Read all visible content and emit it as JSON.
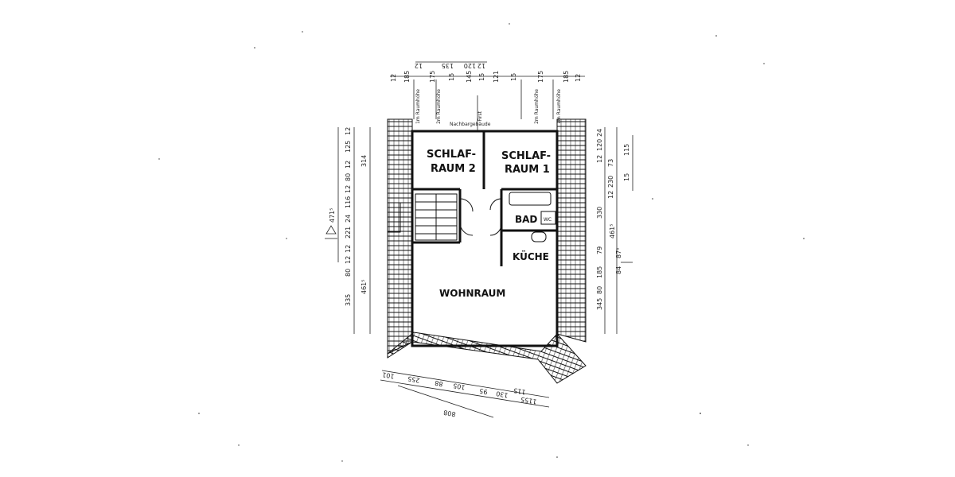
{
  "rooms": {
    "schlafraum2_line1": "SCHLAF-",
    "schlafraum2_line2": "RAUM 2",
    "schlafraum1_line1": "SCHLAF-",
    "schlafraum1_line2": "RAUM 1",
    "bad": "BAD",
    "wc": "WC",
    "kueche": "KÜCHE",
    "wohnraum": "WOHNRAUM"
  },
  "top_labels": {
    "raumhoehe_1m_left": "1m Raumhöhe",
    "raumhoehe_2m_left": "2m Raumhöhe",
    "first": "First",
    "raumhoehe_2m_right": "2m Raumhöhe",
    "raumhoehe_1m_right": "1m Raumhöhe",
    "nachbar": "Nachbargebäude"
  },
  "top_dims": {
    "overall": [
      "12",
      "135",
      "120",
      "12"
    ],
    "detail": [
      "12",
      "185",
      "175",
      "15",
      "145",
      "15",
      "121",
      "15",
      "175",
      "185",
      "12"
    ]
  },
  "left_dims": {
    "outer": [
      "12",
      "125",
      "12",
      "80",
      "12",
      "116",
      "24",
      "221",
      "12",
      "12",
      "80",
      "335"
    ],
    "inner": [
      "314",
      "471⁵",
      "461⁵"
    ]
  },
  "right_dims": {
    "outer": [
      "24",
      "120",
      "12",
      "73",
      "230",
      "12",
      "330",
      "79",
      "185",
      "80",
      "345"
    ],
    "inner": [
      "115",
      "15",
      "84",
      "87⁵",
      "461⁵"
    ]
  },
  "bottom_dims": [
    "101",
    "255",
    "88",
    "105",
    "95",
    "130",
    "115",
    "1155",
    "808"
  ]
}
